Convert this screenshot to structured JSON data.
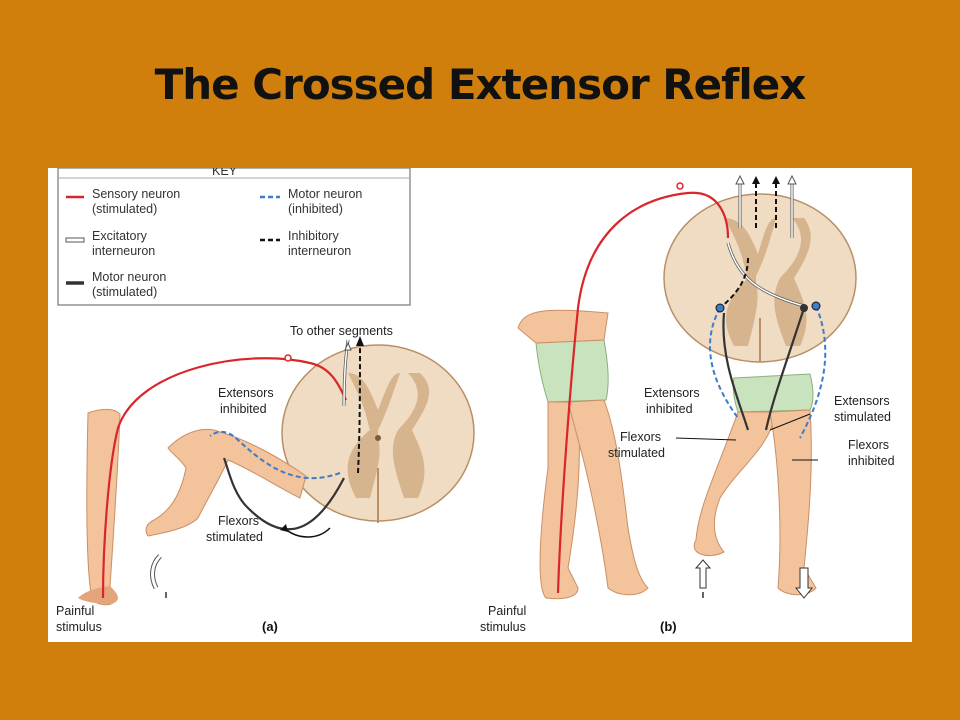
{
  "slide": {
    "title": "The Crossed Extensor Reflex",
    "background": "#D07F0C"
  },
  "key": {
    "heading": "KEY",
    "items": [
      {
        "line1": "Sensory neuron",
        "line2": "(stimulated)",
        "color": "#d9262b",
        "style": "solid"
      },
      {
        "line1": "Excitatory",
        "line2": "interneuron",
        "color": "#ffffff",
        "style": "outline"
      },
      {
        "line1": "Motor neuron",
        "line2": "(stimulated)",
        "color": "#333333",
        "style": "solid-thick"
      },
      {
        "line1": "Motor neuron",
        "line2": "(inhibited)",
        "color": "#3d7cc9",
        "style": "dashed"
      },
      {
        "line1": "Inhibitory",
        "line2": "interneuron",
        "color": "#111111",
        "style": "dashed"
      }
    ]
  },
  "panel_a": {
    "label": "(a)",
    "to_other_segments": "To other segments",
    "extensors_inhibited": [
      "Extensors",
      "inhibited"
    ],
    "flexors_stimulated": [
      "Flexors",
      "stimulated"
    ],
    "painful_stimulus": [
      "Painful",
      "stimulus"
    ]
  },
  "panel_b": {
    "label": "(b)",
    "extensors_inhibited": [
      "Extensors",
      "inhibited"
    ],
    "flexors_stimulated": [
      "Flexors",
      "stimulated"
    ],
    "extensors_stimulated": [
      "Extensors",
      "stimulated"
    ],
    "flexors_inhibited": [
      "Flexors",
      "inhibited"
    ],
    "painful_stimulus": [
      "Painful",
      "stimulus"
    ]
  },
  "colors": {
    "skin": "#f3c39c",
    "skin_shade": "#e4a57c",
    "shorts": "#c9e3bf",
    "cord_outer": "#f0dcc2",
    "cord_grey": "#d6b48e",
    "sensory": "#d9262b",
    "motor_stim": "#333333",
    "motor_inhib": "#3d7cc9"
  }
}
